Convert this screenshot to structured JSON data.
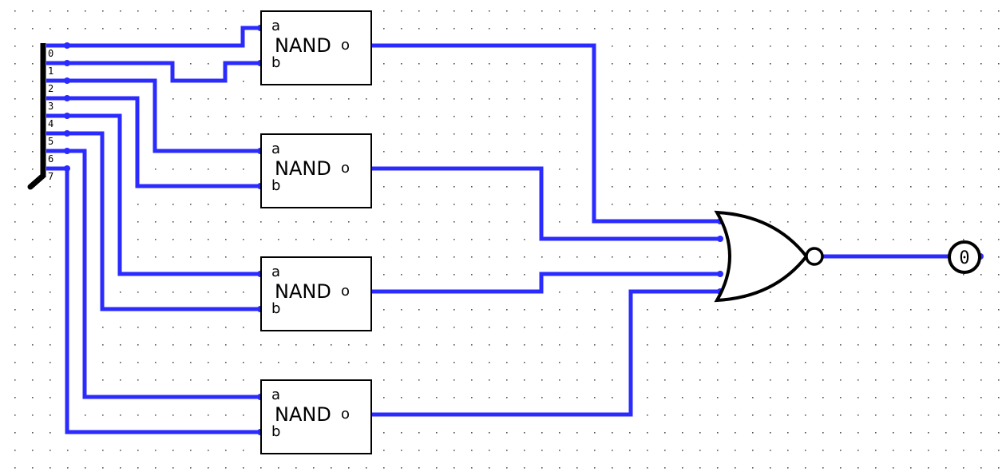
{
  "splitter": {
    "bits": [
      "0",
      "1",
      "2",
      "3",
      "4",
      "5",
      "6",
      "7"
    ]
  },
  "nand_gates": [
    {
      "label": "NAND",
      "input_a": "a",
      "input_b": "b",
      "output": "o"
    },
    {
      "label": "NAND",
      "input_a": "a",
      "input_b": "b",
      "output": "o"
    },
    {
      "label": "NAND",
      "input_a": "a",
      "input_b": "b",
      "output": "o"
    },
    {
      "label": "NAND",
      "input_a": "a",
      "input_b": "b",
      "output": "o"
    }
  ],
  "output_probe": {
    "value": "0"
  },
  "colors": {
    "wire": "#2b2bff",
    "bus": "#000000",
    "grid_dot": "#555555"
  }
}
